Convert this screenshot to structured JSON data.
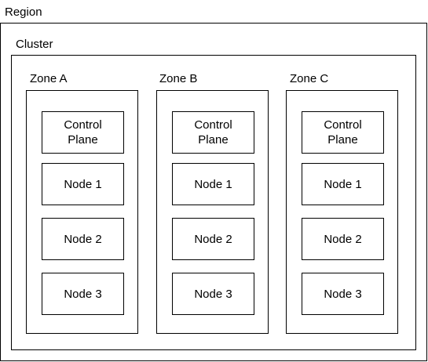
{
  "region": {
    "label": "Region"
  },
  "cluster": {
    "label": "Cluster"
  },
  "zones": [
    {
      "label": "Zone A",
      "control_plane": "Control\nPlane",
      "nodes": [
        "Node 1",
        "Node 2",
        "Node 3"
      ]
    },
    {
      "label": "Zone B",
      "control_plane": "Control\nPlane",
      "nodes": [
        "Node 1",
        "Node 2",
        "Node 3"
      ]
    },
    {
      "label": "Zone C",
      "control_plane": "Control\nPlane",
      "nodes": [
        "Node 1",
        "Node 2",
        "Node 3"
      ]
    }
  ]
}
